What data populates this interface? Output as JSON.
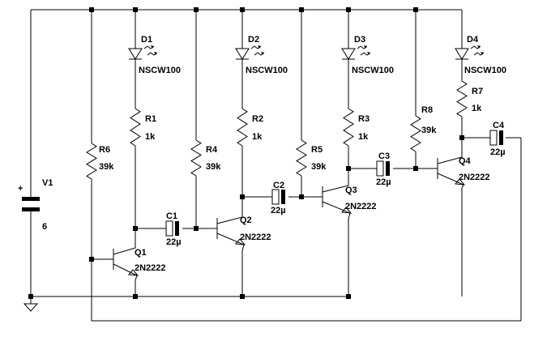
{
  "components": {
    "V1": {
      "ref": "V1",
      "value": "6"
    },
    "R1": {
      "ref": "R1",
      "value": "1k"
    },
    "R2": {
      "ref": "R2",
      "value": "1k"
    },
    "R3": {
      "ref": "R3",
      "value": "1k"
    },
    "R4": {
      "ref": "R4",
      "value": "39k"
    },
    "R5": {
      "ref": "R5",
      "value": "39k"
    },
    "R6": {
      "ref": "R6",
      "value": "39k"
    },
    "R7": {
      "ref": "R7",
      "value": "1k"
    },
    "R8": {
      "ref": "R8",
      "value": "39k"
    },
    "C1": {
      "ref": "C1",
      "value": "22µ"
    },
    "C2": {
      "ref": "C2",
      "value": "22µ"
    },
    "C3": {
      "ref": "C3",
      "value": "22µ"
    },
    "C4": {
      "ref": "C4",
      "value": "22µ"
    },
    "D1": {
      "ref": "D1",
      "value": "NSCW100"
    },
    "D2": {
      "ref": "D2",
      "value": "NSCW100"
    },
    "D3": {
      "ref": "D3",
      "value": "NSCW100"
    },
    "D4": {
      "ref": "D4",
      "value": "NSCW100"
    },
    "Q1": {
      "ref": "Q1",
      "value": "2N2222"
    },
    "Q2": {
      "ref": "Q2",
      "value": "2N2222"
    },
    "Q3": {
      "ref": "Q3",
      "value": "2N2222"
    },
    "Q4": {
      "ref": "Q4",
      "value": "2N2222"
    }
  },
  "symbols": {
    "battery_plus": "+"
  },
  "colors": {
    "wire": "#000000",
    "background": "#ffffff"
  }
}
